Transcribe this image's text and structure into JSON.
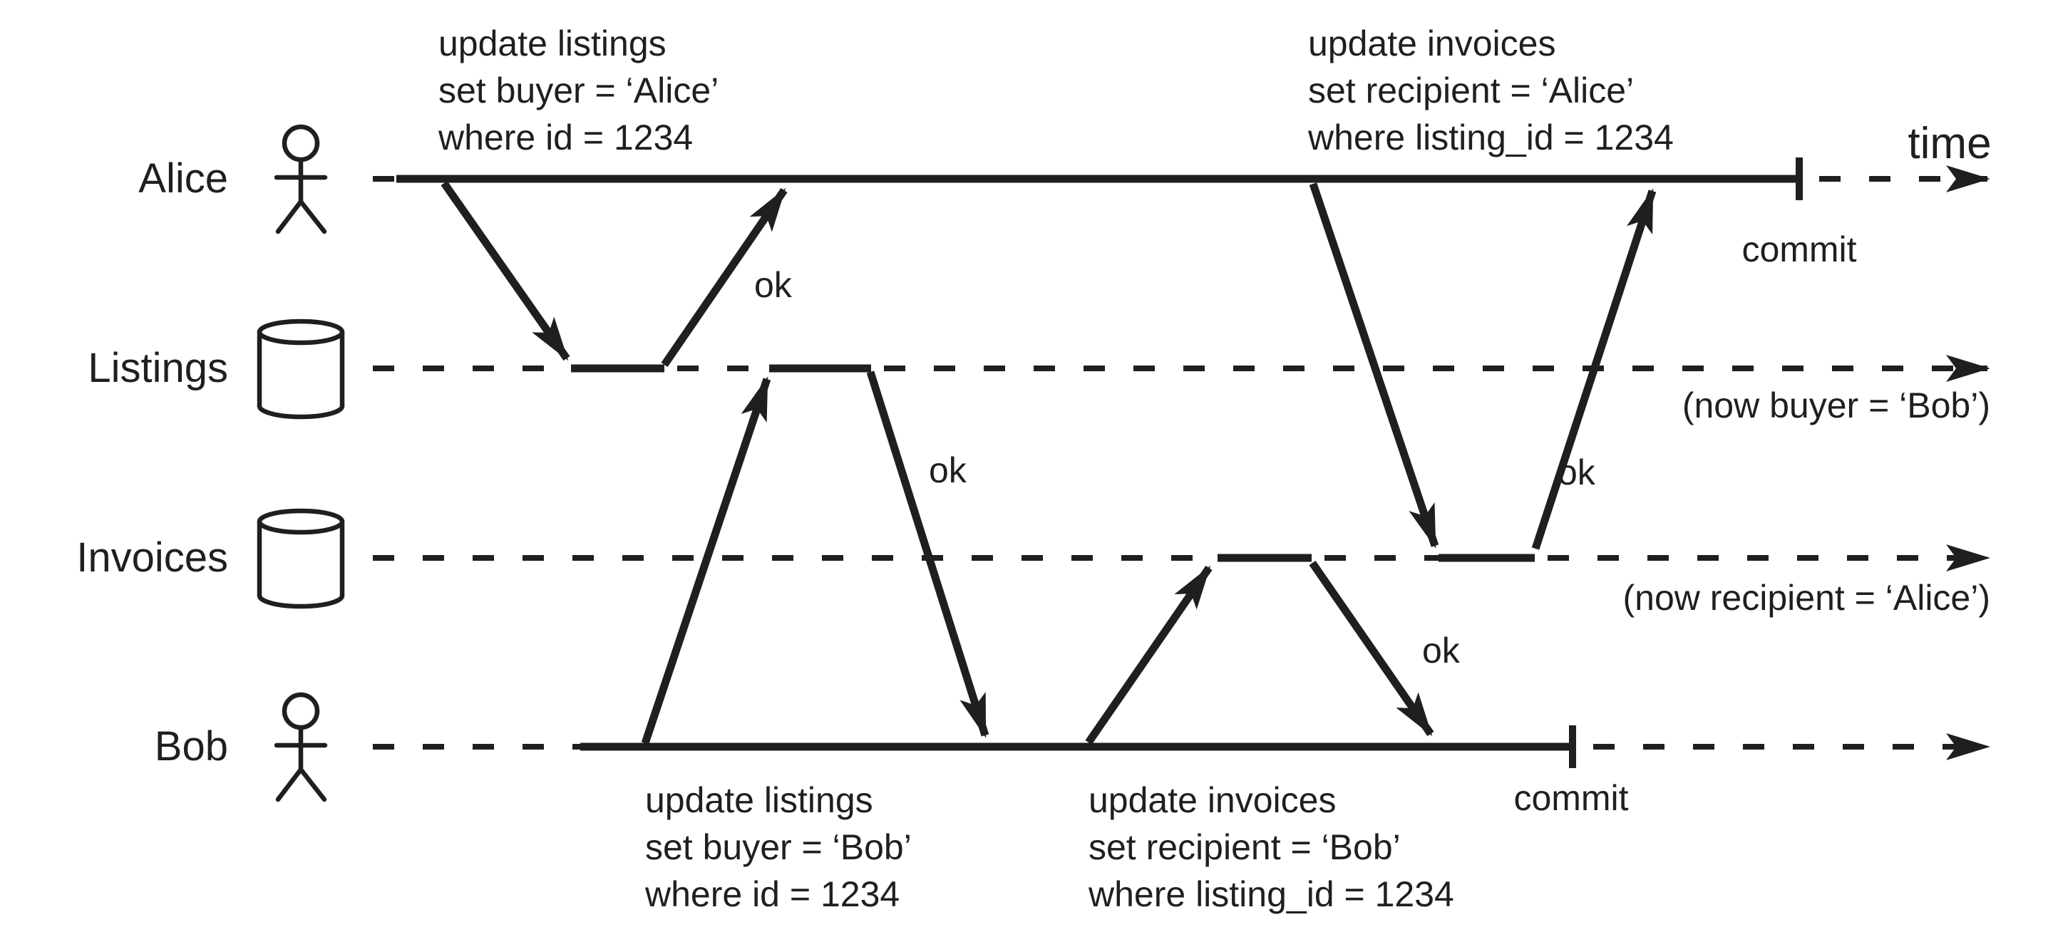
{
  "diagram": {
    "time_label": "time",
    "actors": [
      {
        "label": "Alice",
        "type": "person"
      },
      {
        "label": "Listings",
        "type": "database"
      },
      {
        "label": "Invoices",
        "type": "database"
      },
      {
        "label": "Bob",
        "type": "person"
      }
    ],
    "annotations": {
      "alice_listings": {
        "lines": [
          "update listings",
          "set buyer = ‘Alice’",
          "where id = 1234"
        ]
      },
      "alice_invoices": {
        "lines": [
          "update invoices",
          "set recipient = ‘Alice’",
          "where listing_id = 1234"
        ]
      },
      "bob_listings": {
        "lines": [
          "update listings",
          "set buyer = ‘Bob’",
          "where id = 1234"
        ]
      },
      "bob_invoices": {
        "lines": [
          "update invoices",
          "set recipient = ‘Bob’",
          "where listing_id = 1234"
        ]
      }
    },
    "ok_label": "ok",
    "commit_label": "commit",
    "state_notes": {
      "listings": "(now buyer = ‘Bob’)",
      "invoices": "(now recipient = ‘Alice’)"
    },
    "colors": {
      "ink": "#1f1f1f",
      "background": "#ffffff"
    }
  }
}
